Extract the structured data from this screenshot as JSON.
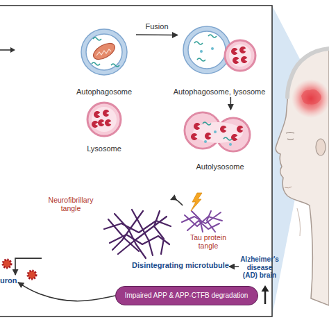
{
  "diagram": {
    "nodes": [
      {
        "text": [
          "Autophagosome"
        ]
      },
      {
        "text": [
          "Autophagosome, lysosome"
        ]
      },
      {
        "text": [
          "Lysosome"
        ]
      },
      {
        "text": [
          "Autolysosome"
        ]
      },
      {
        "text": [
          "Neurofibrillary tangle"
        ]
      },
      {
        "text": [
          "Tau protein tangle"
        ]
      },
      {
        "text": [
          "Disintegrating microtubule"
        ]
      },
      {
        "text": [
          "Alzheimer's disease (AD) brain"
        ]
      },
      {
        "text": [
          "uron"
        ]
      },
      {
        "text": [
          "Impaired APP & APP-CTFB degradation"
        ]
      }
    ],
    "edges": [
      {
        "from": 0,
        "to": 1,
        "label": "Fusion",
        "arrow": "to"
      },
      {
        "from": 1,
        "to": 3,
        "arrow": "to"
      },
      {
        "from": 5,
        "to": 4,
        "arrow": "to"
      },
      {
        "from": 7,
        "to": 6,
        "arrow": "to"
      },
      {
        "from": 4,
        "to": 8,
        "arrow": "to"
      },
      {
        "from": 9,
        "to": 8,
        "arrow": "to"
      }
    ]
  }
}
